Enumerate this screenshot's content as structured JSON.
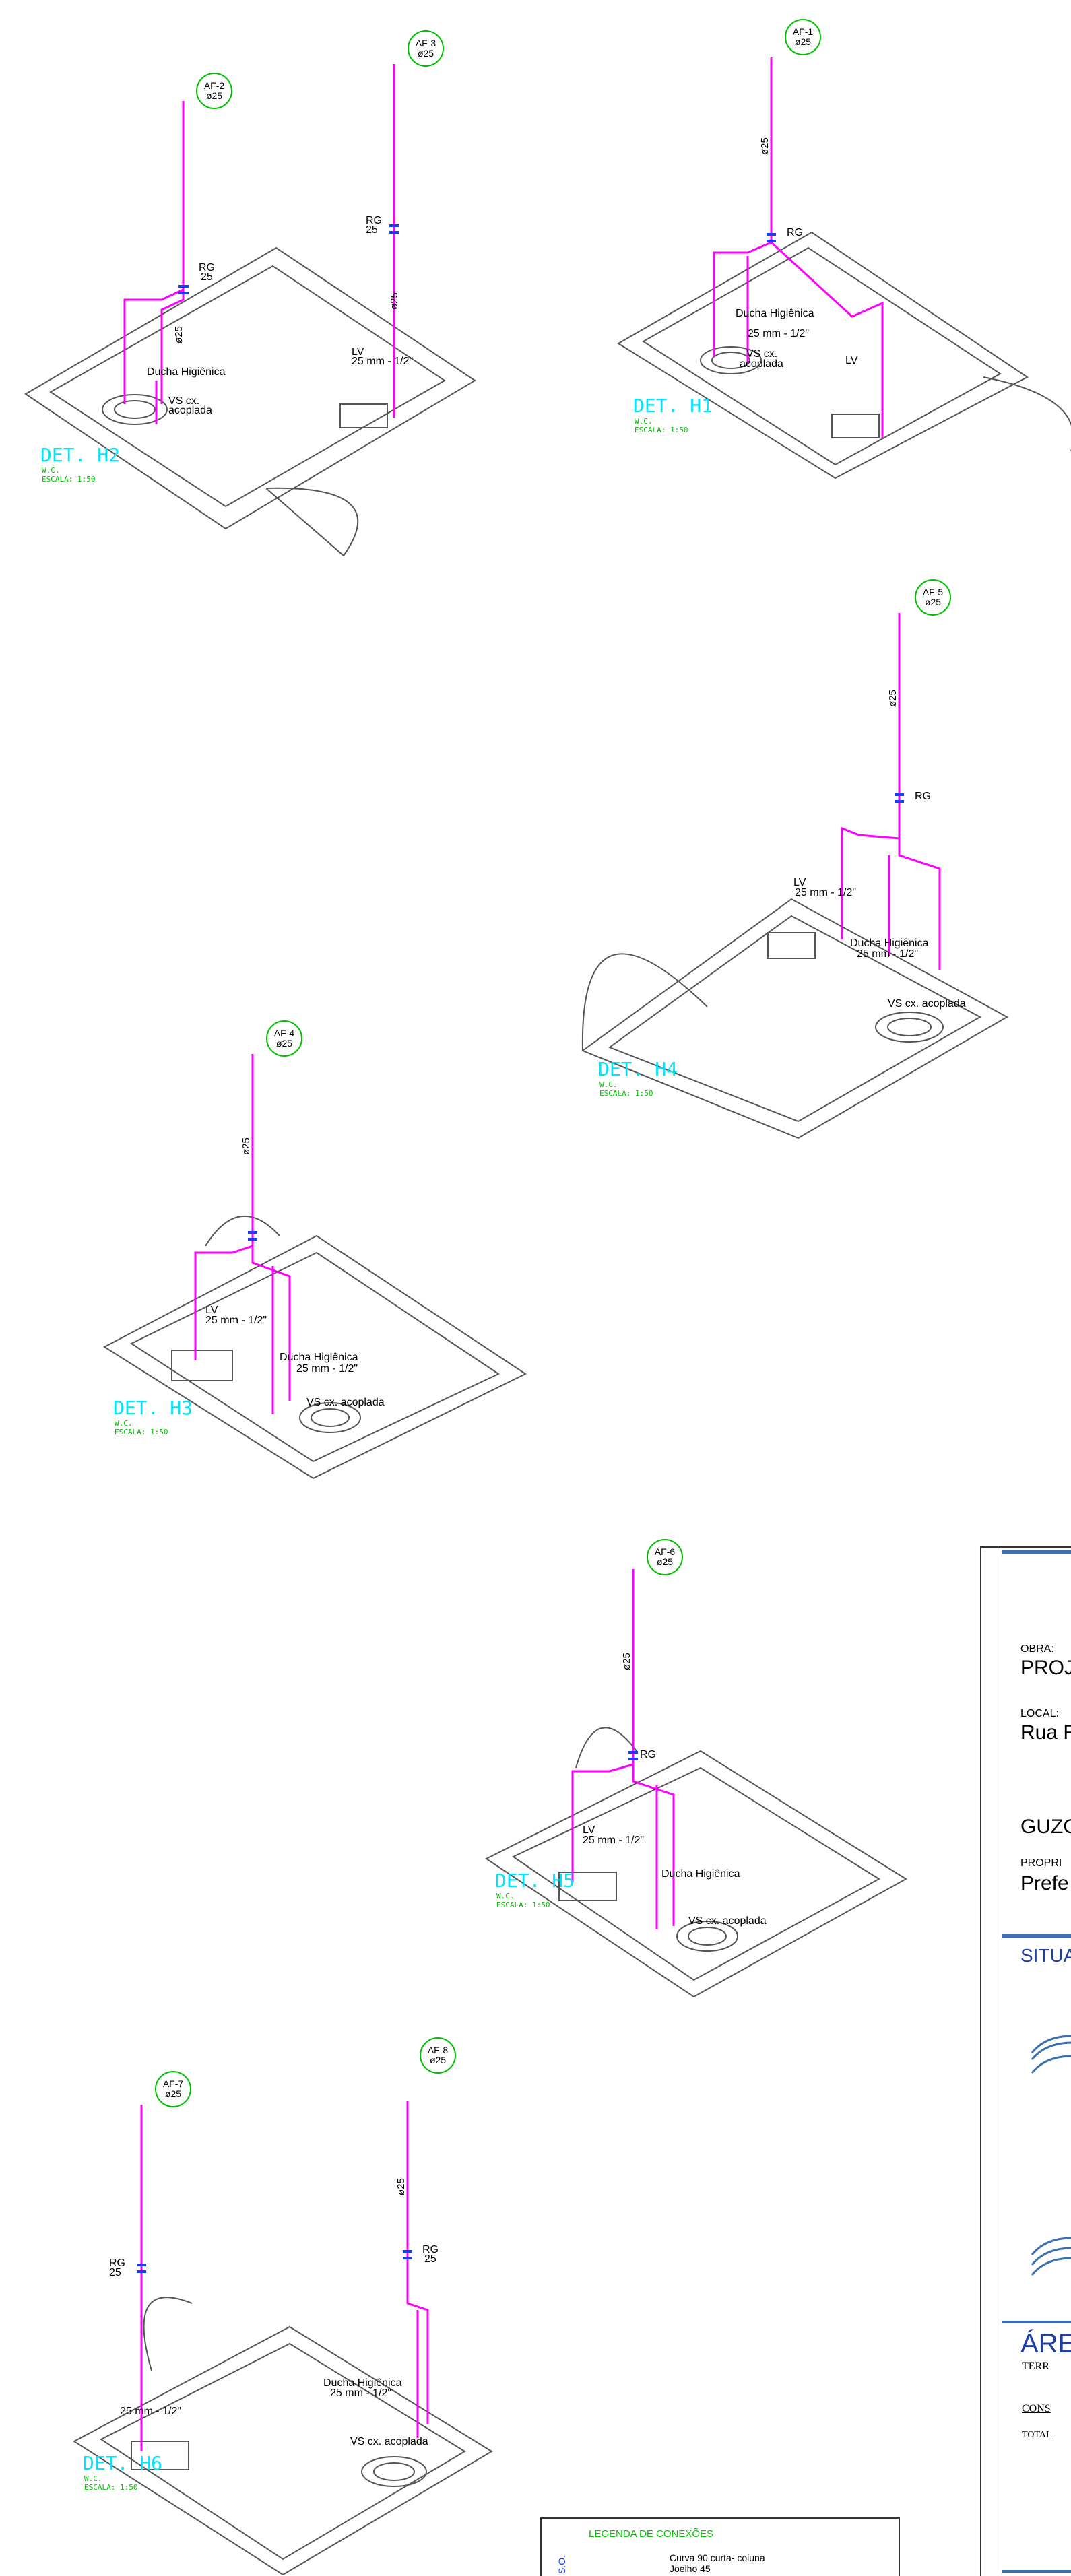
{
  "colors": {
    "pipe": "#ff00ff",
    "valve": "#1a3cff",
    "tag": "#00c000",
    "det_title": "#00e5ff",
    "det_sub": "#00c000",
    "line": "#555555"
  },
  "details": [
    {
      "id": "h2",
      "title": "DET. H2",
      "sub": "W.C.",
      "scale": "ESCALA: 1:50"
    },
    {
      "id": "h1",
      "title": "DET. H1",
      "sub": "W.C.",
      "scale": "ESCALA: 1:50"
    },
    {
      "id": "h4",
      "title": "DET. H4",
      "sub": "W.C.",
      "scale": "ESCALA: 1:50"
    },
    {
      "id": "h3",
      "title": "DET. H3",
      "sub": "W.C.",
      "scale": "ESCALA: 1:50"
    },
    {
      "id": "h5",
      "title": "DET. H5",
      "sub": "W.C.",
      "scale": "ESCALA: 1:50"
    },
    {
      "id": "h6",
      "title": "DET. H6",
      "sub": "W.C.",
      "scale": "ESCALA: 1:50"
    }
  ],
  "tags": [
    {
      "name": "AF-2",
      "dia": "ø25"
    },
    {
      "name": "AF-3",
      "dia": "ø25"
    },
    {
      "name": "AF-1",
      "dia": "ø25"
    },
    {
      "name": "AF-5",
      "dia": "ø25"
    },
    {
      "name": "AF-4",
      "dia": "ø25"
    },
    {
      "name": "AF-6",
      "dia": "ø25"
    },
    {
      "name": "AF-7",
      "dia": "ø25"
    },
    {
      "name": "AF-8",
      "dia": "ø25"
    }
  ],
  "labels": {
    "dia": "ø25",
    "rg": "RG",
    "rg_dia": "25",
    "lv": "LV",
    "lv_size": "25 mm - 1/2\"",
    "ducha": "Ducha Higiênica",
    "ducha_size": "25 mm - 1/2\"",
    "vs": "VS cx.",
    "vs2": "acoplada",
    "vs_full": "VS cx. acoplada"
  },
  "title_block": {
    "obra_label": "OBRA:",
    "obra_value": "PROJ",
    "local_label": "LOCAL:",
    "local_value": "Rua R",
    "city": "GUZO",
    "prop_label": "PROPRI",
    "prop_value": "Prefe",
    "situacao": "SITUA",
    "area_title": "ÁRE",
    "terr": "TERR",
    "cons": "CONS",
    "total": "TOTAL"
  },
  "legend": {
    "title": "LEGENDA DE CONEXÕES",
    "item1": "Curva 90 curta- coluna",
    "item2": "Joelho 45",
    "side": "S.O."
  }
}
